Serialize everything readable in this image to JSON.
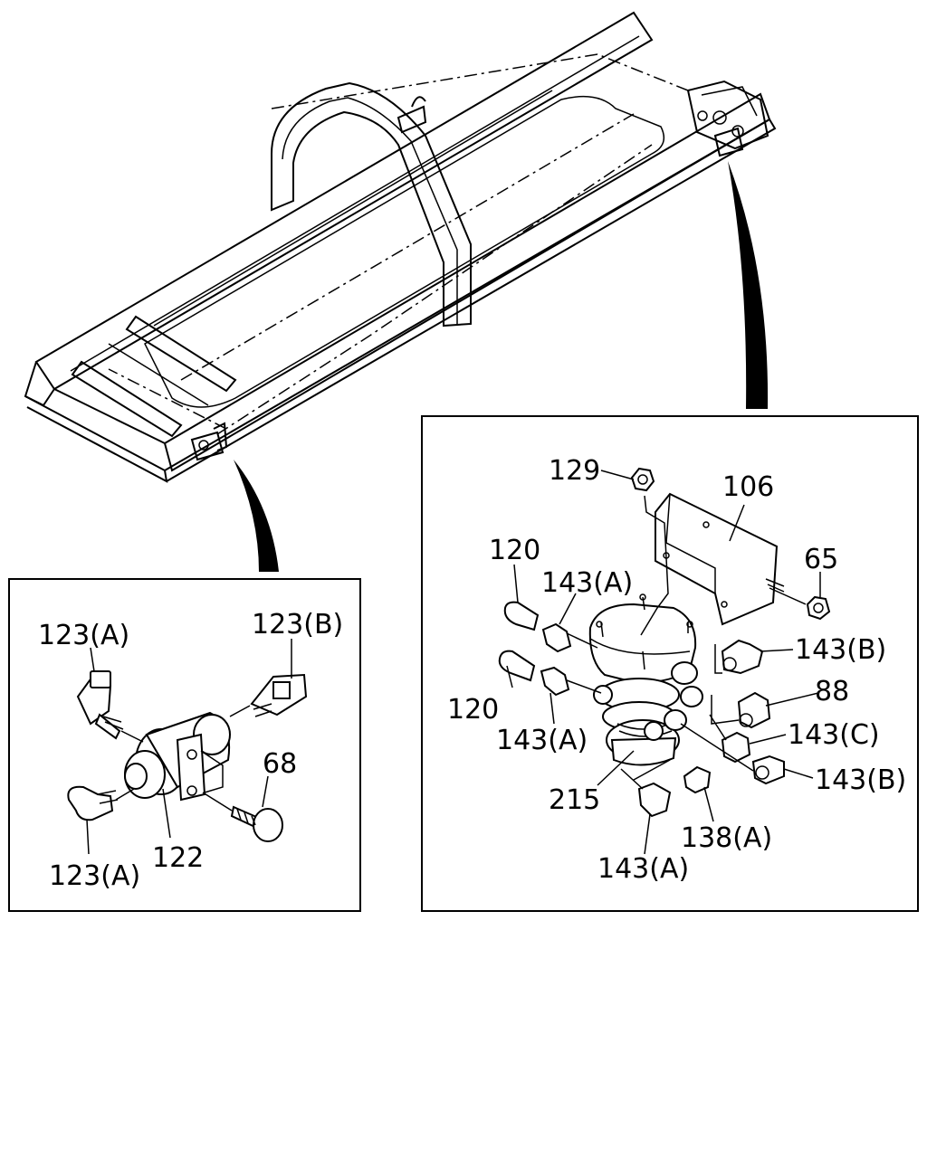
{
  "labels": {
    "left": {
      "p123a_top": "123(A)",
      "p123b": "123(B)",
      "p68": "68",
      "p122": "122",
      "p123a_bottom": "123(A)"
    },
    "right": {
      "p129": "129",
      "p106": "106",
      "p65": "65",
      "p120_top": "120",
      "p143a_top": "143(A)",
      "p143b_top": "143(B)",
      "p88": "88",
      "p120_bottom": "120",
      "p143c": "143(C)",
      "p143a_mid": "143(A)",
      "p143b_bottom": "143(B)",
      "p215": "215",
      "p138a": "138(A)",
      "p143a_bottom": "143(A)"
    }
  }
}
